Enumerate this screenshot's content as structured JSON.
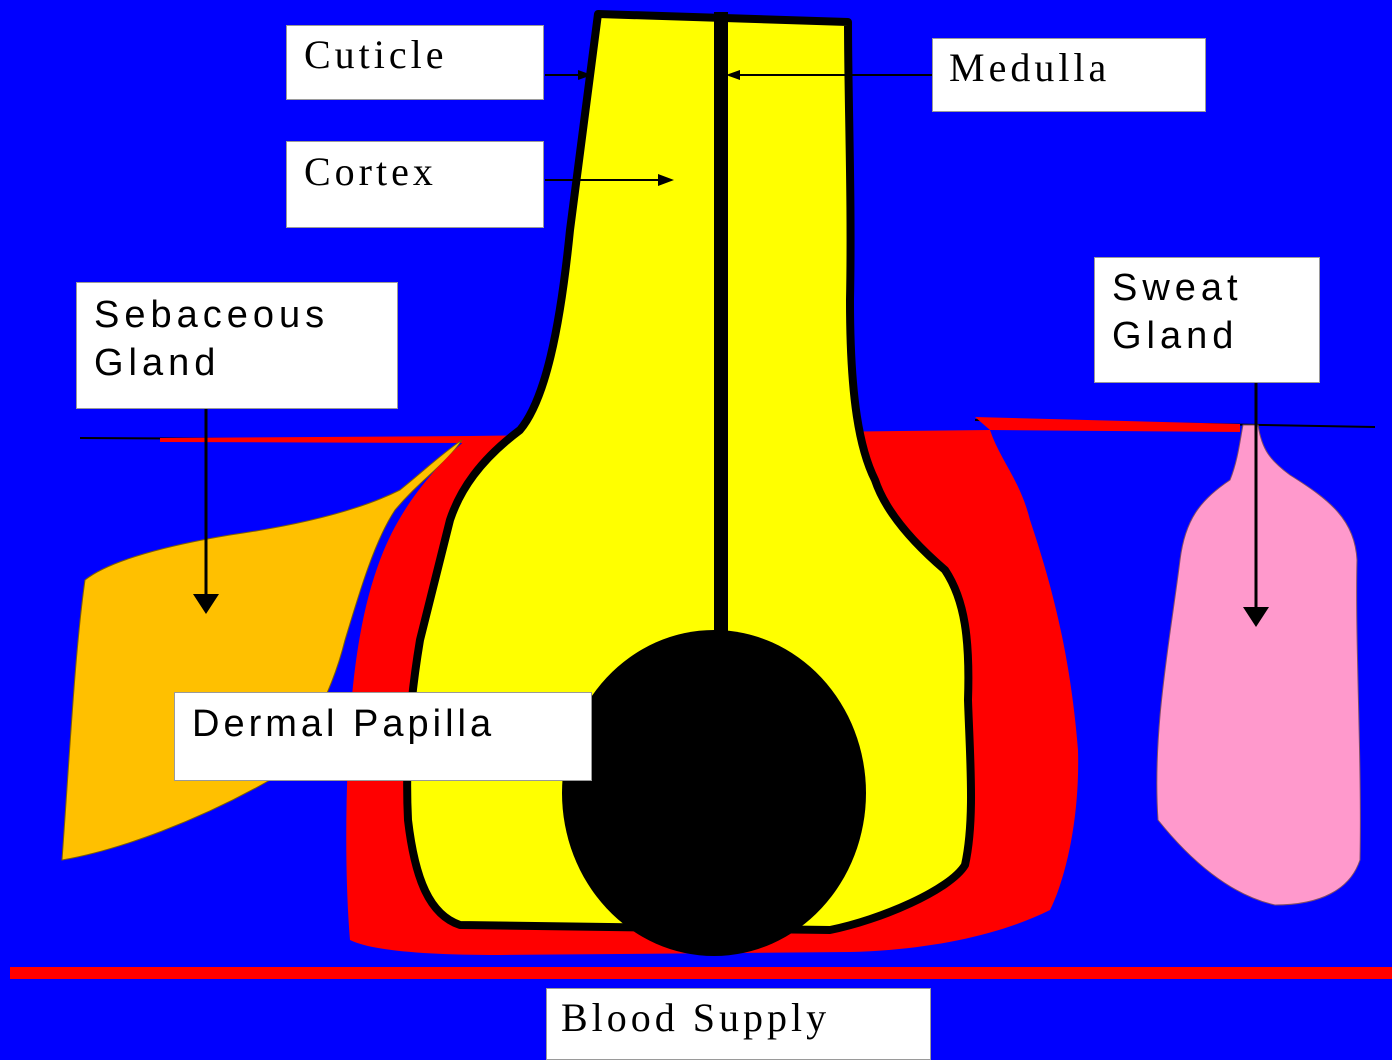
{
  "diagram": {
    "labels": {
      "cuticle": "Cuticle",
      "medulla": "Medulla",
      "cortex": "Cortex",
      "sebaceous_gland": "Sebaceous\nGland",
      "sweat_gland": "Sweat\nGland",
      "dermal_papilla": "Dermal Papilla",
      "blood_supply": "Blood Supply"
    },
    "colors": {
      "background": "#0000ff",
      "hair_shaft": "#ffff00",
      "follicle_sheath": "#ff0000",
      "sebaceous_gland": "#ffc000",
      "sweat_gland": "#ff99cc",
      "dermal_papilla": "#000000",
      "blood_supply_line": "#ff0000"
    }
  }
}
